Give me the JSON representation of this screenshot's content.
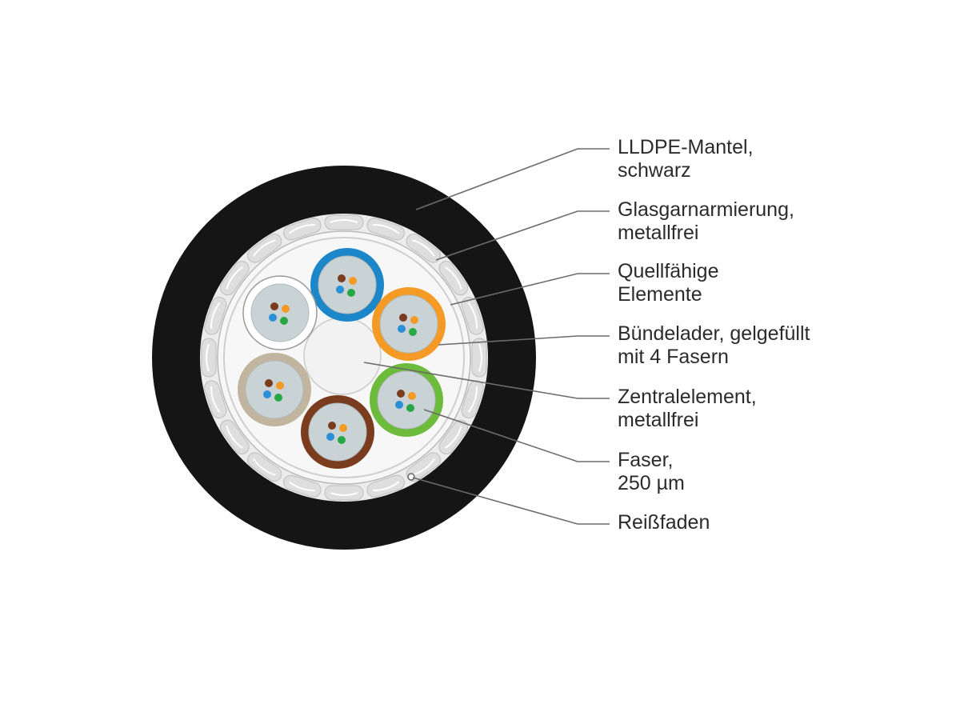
{
  "labels": [
    {
      "id": "jacket",
      "line1": "LLDPE-Mantel,",
      "line2": "schwarz"
    },
    {
      "id": "armoring",
      "line1": "Glasgarnarmierung,",
      "line2": "metallfrei"
    },
    {
      "id": "swelling",
      "line1": "Quellfähige",
      "line2": "Elemente"
    },
    {
      "id": "tube",
      "line1": "Bündelader, gelgefüllt",
      "line2": "mit 4 Fasern"
    },
    {
      "id": "central",
      "line1": "Zentralelement,",
      "line2": "metallfrei"
    },
    {
      "id": "fiber",
      "line1": "Faser,",
      "line2": "250 µm"
    },
    {
      "id": "ripcord",
      "line1": "Reißfaden",
      "line2": ""
    }
  ],
  "colors": {
    "jacket": "#151515",
    "armor_ring": "#ececec",
    "inner_fill": "#f7f7f7",
    "gel": "#c9d3d6",
    "central": "#f2f2f2",
    "leader_line": "#6b6b6b",
    "tubes": {
      "blue": "#1b86c8",
      "orange": "#f59a25",
      "green": "#6cbb3c",
      "brown": "#7a3c1e",
      "natural": "#c2b59f",
      "white": "#ffffff"
    },
    "fibers": {
      "blue": "#2a8fd6",
      "orange": "#f59a25",
      "green": "#27a845",
      "brown": "#7a3c1e"
    }
  }
}
